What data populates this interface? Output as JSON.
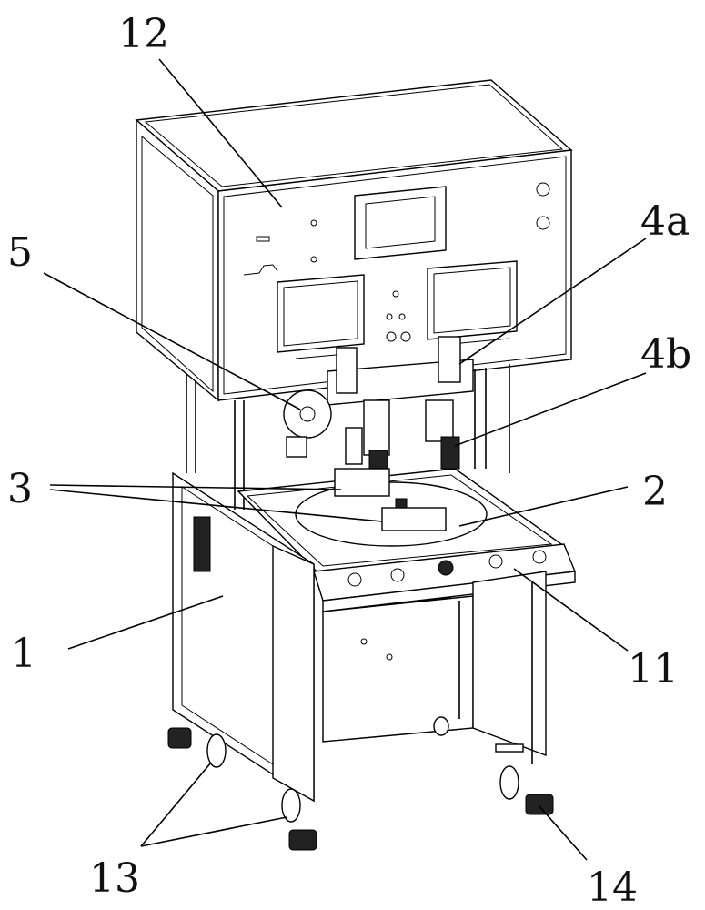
{
  "figure": {
    "labels": [
      {
        "id": "12",
        "text": "12"
      },
      {
        "id": "5",
        "text": "5"
      },
      {
        "id": "4a",
        "text": "4a"
      },
      {
        "id": "4b",
        "text": "4b"
      },
      {
        "id": "3",
        "text": "3"
      },
      {
        "id": "2",
        "text": "2"
      },
      {
        "id": "1",
        "text": "1"
      },
      {
        "id": "11",
        "text": "11"
      },
      {
        "id": "13",
        "text": "13"
      },
      {
        "id": "14",
        "text": "14"
      }
    ]
  }
}
